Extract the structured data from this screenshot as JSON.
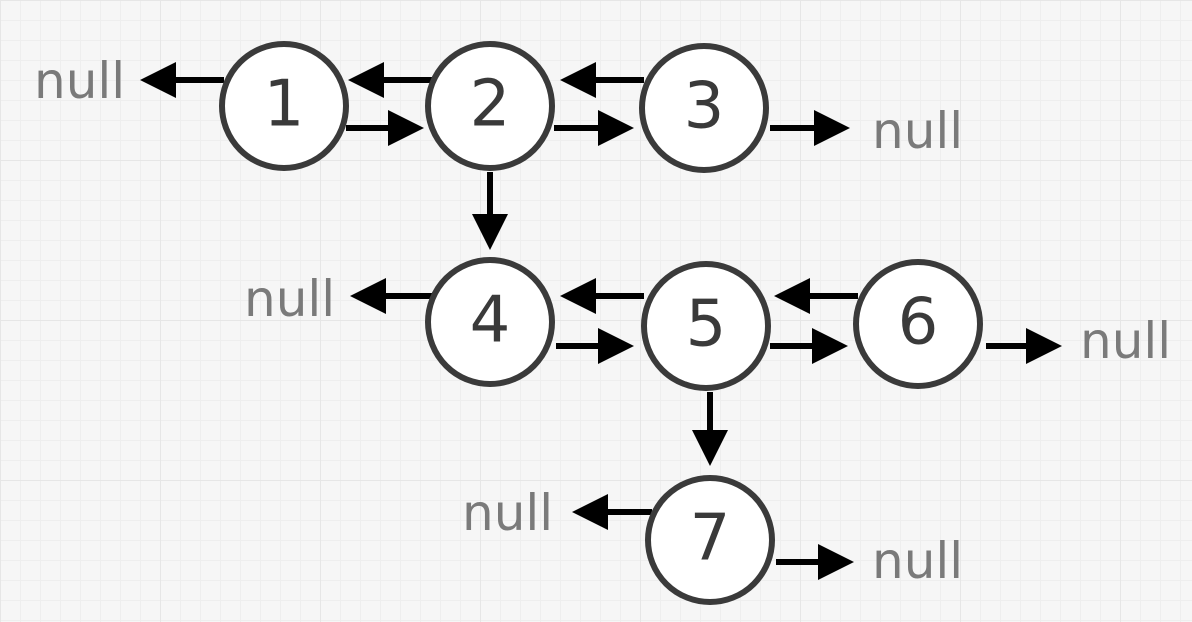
{
  "nodes": [
    {
      "id": "n1",
      "label": "1"
    },
    {
      "id": "n2",
      "label": "2"
    },
    {
      "id": "n3",
      "label": "3"
    },
    {
      "id": "n4",
      "label": "4"
    },
    {
      "id": "n5",
      "label": "5"
    },
    {
      "id": "n6",
      "label": "6"
    },
    {
      "id": "n7",
      "label": "7"
    }
  ],
  "null_text": "null",
  "edges": [
    {
      "from": "n1",
      "to": "null",
      "kind": "prev"
    },
    {
      "from": "n2",
      "to": "n1",
      "kind": "prev"
    },
    {
      "from": "n3",
      "to": "n2",
      "kind": "prev"
    },
    {
      "from": "n1",
      "to": "n2",
      "kind": "next"
    },
    {
      "from": "n2",
      "to": "n3",
      "kind": "next"
    },
    {
      "from": "n3",
      "to": "null",
      "kind": "next"
    },
    {
      "from": "n2",
      "to": "n4",
      "kind": "child"
    },
    {
      "from": "n4",
      "to": "null",
      "kind": "prev"
    },
    {
      "from": "n5",
      "to": "n4",
      "kind": "prev"
    },
    {
      "from": "n6",
      "to": "n5",
      "kind": "prev"
    },
    {
      "from": "n4",
      "to": "n5",
      "kind": "next"
    },
    {
      "from": "n5",
      "to": "n6",
      "kind": "next"
    },
    {
      "from": "n6",
      "to": "null",
      "kind": "next"
    },
    {
      "from": "n5",
      "to": "n7",
      "kind": "child"
    },
    {
      "from": "n7",
      "to": "null",
      "kind": "prev"
    },
    {
      "from": "n7",
      "to": "null",
      "kind": "next"
    }
  ],
  "colors": {
    "node_stroke": "#3a3a3a",
    "arrow": "#000000",
    "null_text": "#7a7a7a"
  }
}
